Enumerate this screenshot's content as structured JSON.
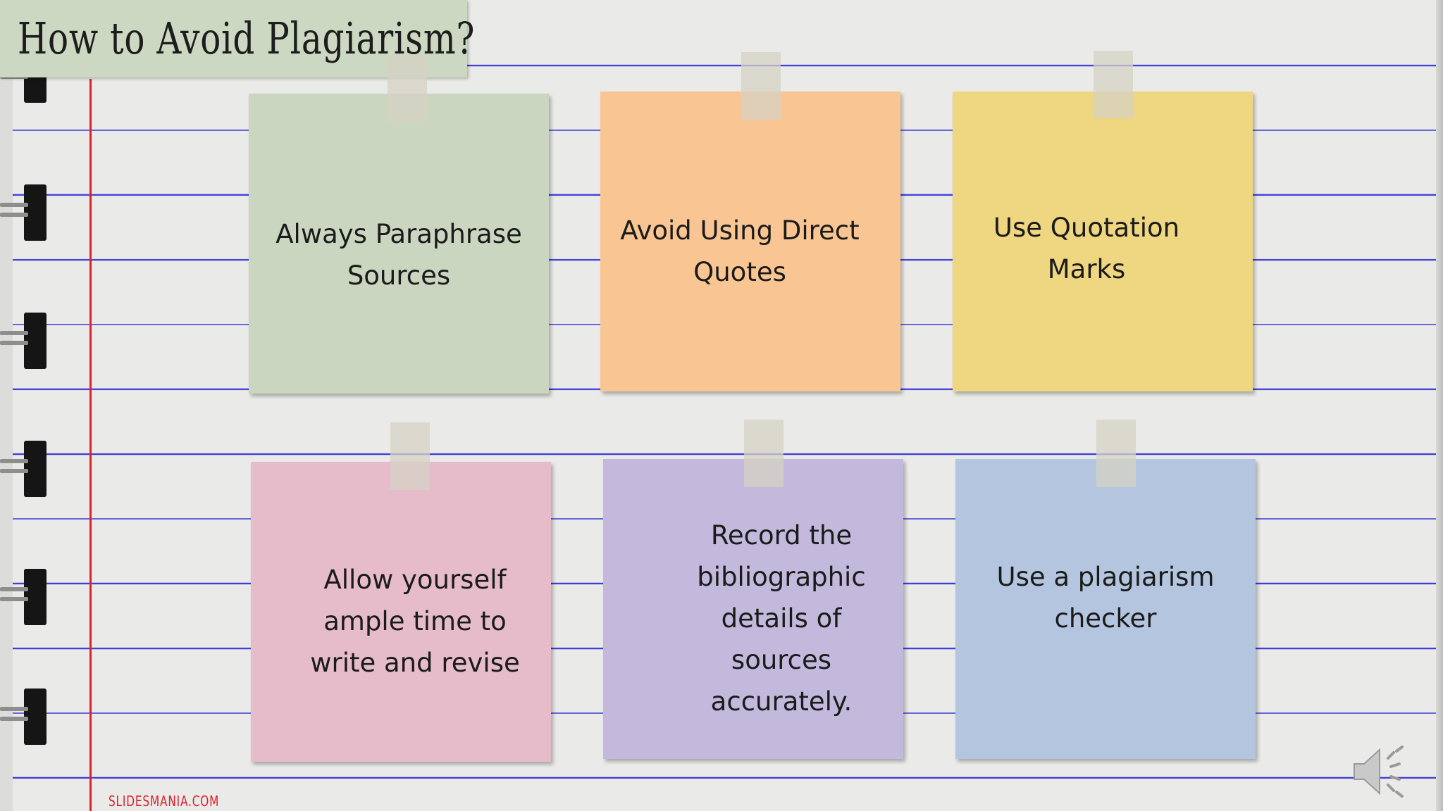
{
  "slide": {
    "title": "How to Avoid Plagiarism?",
    "footer": "SLIDESMANIA.COM"
  },
  "notes": [
    {
      "text": "Always Paraphrase\nSources",
      "color": "#cbd6c0"
    },
    {
      "text": "Avoid Using Direct\nQuotes",
      "color": "#f9c693"
    },
    {
      "text": "Use Quotation\nMarks",
      "color": "#efd680"
    },
    {
      "text": "Allow yourself\nample time to\nwrite and revise",
      "color": "#e6bccb"
    },
    {
      "text": "Record the\nbibliographic\ndetails of\nsources\naccurately.",
      "color": "#c3b9dc"
    },
    {
      "text": "Use a plagiarism\nchecker",
      "color": "#b4c6df"
    }
  ],
  "colors": {
    "rule_lines": "#3b3bd6",
    "margin_line": "#e0202a",
    "title_box": "#ccd8c1"
  },
  "icons": [
    "binder-ring-icon",
    "speaker-icon"
  ]
}
